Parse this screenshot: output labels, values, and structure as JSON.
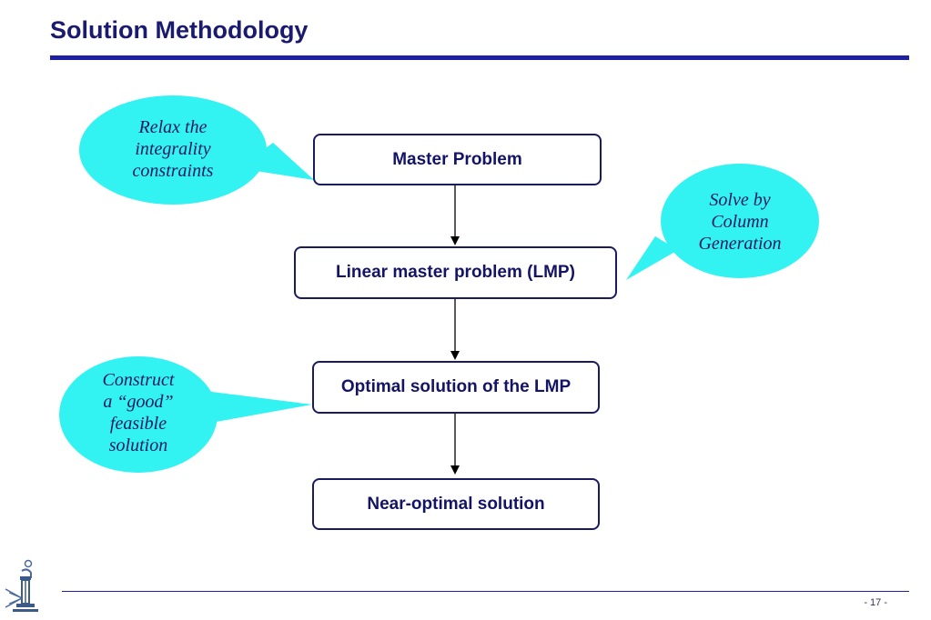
{
  "slide": {
    "title": "Solution Methodology",
    "page_number": "- 17 -"
  },
  "flow": {
    "boxes": [
      {
        "id": "master",
        "label": "Master Problem"
      },
      {
        "id": "lmp",
        "label": "Linear master problem (LMP)"
      },
      {
        "id": "optimal",
        "label": "Optimal solution of the LMP"
      },
      {
        "id": "near",
        "label": "Near-optimal solution"
      }
    ]
  },
  "callouts": {
    "relax": "Relax the\nintegrality\nconstraints",
    "column_gen": "Solve by\nColumn\nGeneration",
    "construct": "Construct\na “good”\nfeasible\nsolution"
  },
  "colors": {
    "title": "#1a1a6e",
    "rule": "#1f1fa3",
    "bubble_fill": "#33f2f2",
    "box_border": "#1a1a5e"
  },
  "logo": {
    "icon": "institution-logo-icon"
  }
}
